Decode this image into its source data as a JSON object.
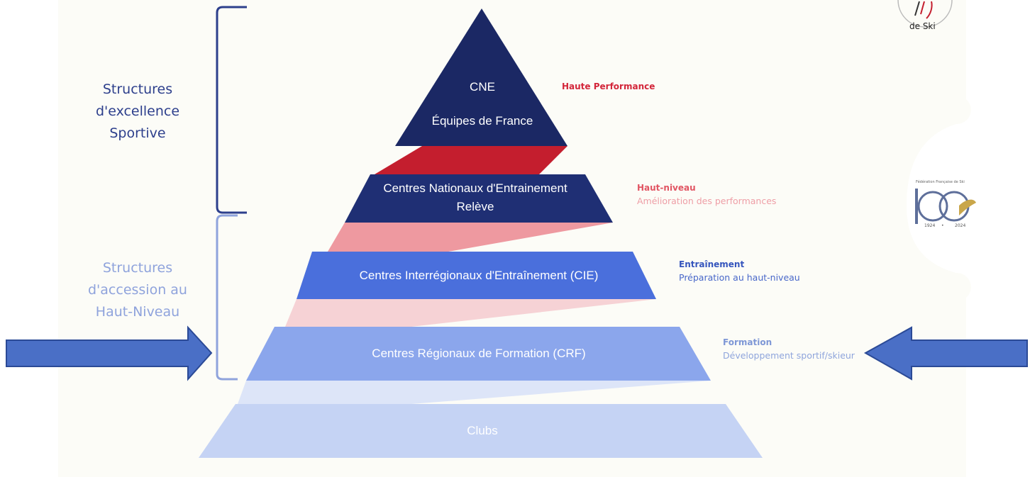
{
  "groups": {
    "excellence": {
      "lines": [
        "Structures",
        "d'excellence",
        "Sportive"
      ],
      "color": "#2d3f8c"
    },
    "accession": {
      "lines": [
        "Structures",
        "d'accession au",
        "Haut-Niveau"
      ],
      "color": "#8fa3dc"
    }
  },
  "tiers": [
    {
      "id": "cne",
      "lines": [
        "CNE",
        "Équipes de France"
      ],
      "fill": "#1b2864"
    },
    {
      "id": "cne-releve",
      "lines": [
        "Centres Nationaux d'Entrainement",
        "Relève"
      ],
      "fill": "#1f2f74"
    },
    {
      "id": "cie",
      "lines": [
        "Centres Interrégionaux d'Entraînement (CIE)"
      ],
      "fill": "#4a6fdc"
    },
    {
      "id": "crf",
      "lines": [
        "Centres Régionaux de Formation (CRF)"
      ],
      "fill": "#8ba6ec"
    },
    {
      "id": "clubs",
      "lines": [
        "Clubs"
      ],
      "fill": "#c5d3f4"
    }
  ],
  "connectors": [
    {
      "fill": "#c41e2e"
    },
    {
      "fill": "#ee99a0"
    },
    {
      "fill": "#f6d2d5"
    },
    {
      "fill": "#dde5f8"
    }
  ],
  "side_labels": [
    {
      "id": "haute-performance",
      "title": "Haute Performance",
      "subtitle": "",
      "title_color": "#d3263a",
      "subtitle_color": "#d3263a"
    },
    {
      "id": "haut-niveau",
      "title": "Haut-niveau",
      "subtitle": "Amélioration des performances",
      "title_color": "#e15563",
      "subtitle_color": "#ee9ea6"
    },
    {
      "id": "entrainement",
      "title": "Entraînement",
      "subtitle": "Préparation au haut-niveau",
      "title_color": "#3555bd",
      "subtitle_color": "#4867c9"
    },
    {
      "id": "formation",
      "title": "Formation",
      "subtitle": "Développement sportif/skieur",
      "title_color": "#7e97d6",
      "subtitle_color": "#8fa5dc"
    }
  ],
  "logos": {
    "top_right_text": "de Ski",
    "centenary_caption": "Fédération Française de Ski",
    "centenary_numeral": "100",
    "centenary_years": [
      "1924",
      "2024"
    ]
  },
  "arrows": {
    "color": "#4a6fc6",
    "border": "#2b4a96"
  },
  "colors": {
    "background": "#fcfcf7",
    "bracket_excellence": "#2d3f8c",
    "bracket_accession": "#8fa3dc"
  }
}
